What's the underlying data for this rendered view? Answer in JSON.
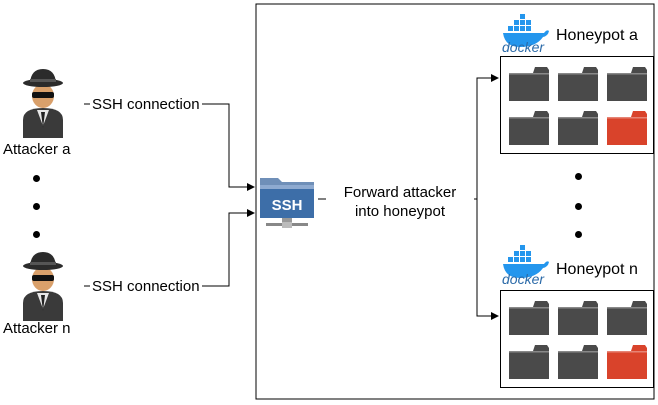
{
  "attackers": [
    {
      "label": "Attacker a",
      "connection_label": "SSH connection"
    },
    {
      "label": "Attacker n",
      "connection_label": "SSH connection"
    }
  ],
  "ssh_server": {
    "icon_text": "SSH",
    "forward_label": "Forward attacker\ninto honeypot"
  },
  "honeypots": [
    {
      "label": "Honeypot a",
      "docker_text": "docker",
      "folder_colors": [
        "#4a4a4a",
        "#4a4a4a",
        "#4a4a4a",
        "#4a4a4a",
        "#4a4a4a",
        "#d9432b"
      ]
    },
    {
      "label": "Honeypot n",
      "docker_text": "docker",
      "folder_colors": [
        "#4a4a4a",
        "#4a4a4a",
        "#4a4a4a",
        "#4a4a4a",
        "#4a4a4a",
        "#d9432b"
      ]
    }
  ],
  "colors": {
    "folder_dark": "#4a4a4a",
    "folder_red": "#d9432b",
    "docker_blue": "#2496ed",
    "ssh_blue": "#3d6ea8"
  }
}
